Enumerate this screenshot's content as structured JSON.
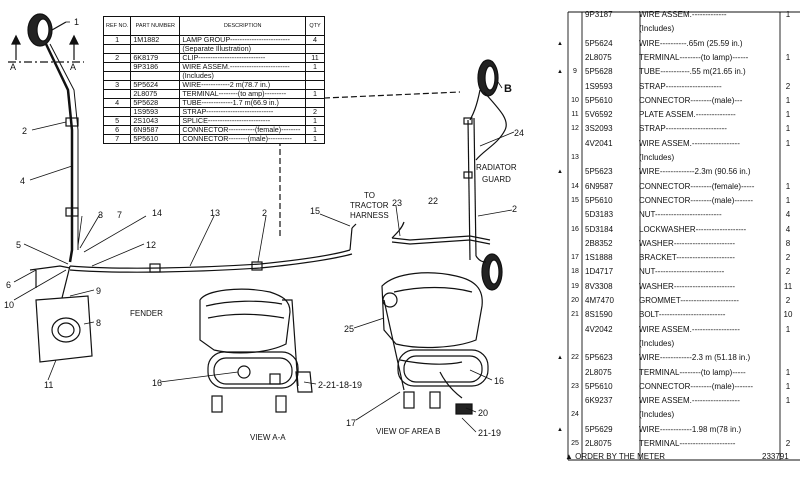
{
  "parts_table": {
    "headers": [
      "REF NO.",
      "PART NUMBER",
      "DESCRIPTION",
      "QTY"
    ],
    "rows": [
      {
        "ref": "1",
        "pn": "1M1882",
        "desc": "LAMP GROUP-------------------------",
        "qty": "4"
      },
      {
        "ref": "",
        "pn": "",
        "desc": "(Separate Illustration)",
        "qty": ""
      },
      {
        "ref": "2",
        "pn": "6K8179",
        "desc": "CLIP----------------------------",
        "qty": "11"
      },
      {
        "ref": "",
        "pn": "9P3186",
        "desc": "WIRE ASSEM.-------------------------",
        "qty": "1"
      },
      {
        "ref": "",
        "pn": "",
        "desc": "(Includes)",
        "qty": ""
      },
      {
        "ref": "3",
        "pn": "5P5624",
        "desc": "WIRE------------2 m(78.7 in.)",
        "qty": ""
      },
      {
        "ref": "",
        "pn": "2L8075",
        "desc": "TERMINAL--------(to amp)---------",
        "qty": "1"
      },
      {
        "ref": "4",
        "pn": "5P5628",
        "desc": "TUBE-------------1.7 m(66.9 in.)",
        "qty": ""
      },
      {
        "ref": "",
        "pn": "1S9593",
        "desc": "STRAP----------------------------",
        "qty": "2"
      },
      {
        "ref": "5",
        "pn": "2S1043",
        "desc": "SPLICE--------------------------",
        "qty": "1"
      },
      {
        "ref": "6",
        "pn": "6N9587",
        "desc": "CONNECTOR-----------(female)--------",
        "qty": "1"
      },
      {
        "ref": "7",
        "pn": "5P5610",
        "desc": "CONNECTOR--------(male)----------",
        "qty": "1"
      }
    ]
  },
  "right_list": {
    "rows": [
      {
        "mark": "",
        "ref": "",
        "pn": "9P3187",
        "desc": "WIRE ASSEM.-------------",
        "qty": "1"
      },
      {
        "mark": "",
        "ref": "",
        "pn": "",
        "desc": "(Includes)",
        "qty": ""
      },
      {
        "mark": "▲",
        "ref": "",
        "pn": "5P5624",
        "desc": "WIRE----------.65m (25.59 in.)",
        "qty": ""
      },
      {
        "mark": "",
        "ref": "",
        "pn": "2L8075",
        "desc": "TERMINAL--------(to lamp)------",
        "qty": "1"
      },
      {
        "mark": "▲",
        "ref": "9",
        "pn": "5P5628",
        "desc": "TUBE-----------.55 m(21.65 in.)",
        "qty": ""
      },
      {
        "mark": "",
        "ref": "",
        "pn": "1S9593",
        "desc": "STRAP---------------------",
        "qty": "2"
      },
      {
        "mark": "",
        "ref": "10",
        "pn": "5P5610",
        "desc": "CONNECTOR--------(male)---",
        "qty": "1"
      },
      {
        "mark": "",
        "ref": "11",
        "pn": "5V6592",
        "desc": "PLATE ASSEM.---------------",
        "qty": "1"
      },
      {
        "mark": "",
        "ref": "12",
        "pn": "3S2093",
        "desc": "STRAP-----------------------",
        "qty": "1"
      },
      {
        "mark": "",
        "ref": "",
        "pn": "4V2041",
        "desc": "WIRE ASSEM.------------------",
        "qty": "1"
      },
      {
        "mark": "",
        "ref": "13",
        "pn": "",
        "desc": "(Includes)",
        "qty": ""
      },
      {
        "mark": "▲",
        "ref": "",
        "pn": "5P5623",
        "desc": "WIRE-------------2.3m (90.56 in.)",
        "qty": ""
      },
      {
        "mark": "",
        "ref": "14",
        "pn": "6N9587",
        "desc": "CONNECTOR--------(female)-----",
        "qty": "1"
      },
      {
        "mark": "",
        "ref": "15",
        "pn": "5P5610",
        "desc": "CONNECTOR--------(male)-------",
        "qty": "1"
      },
      {
        "mark": "",
        "ref": "",
        "pn": "5D3183",
        "desc": "NUT-------------------------",
        "qty": "4"
      },
      {
        "mark": "",
        "ref": "16",
        "pn": "5D3184",
        "desc": "LOCKWASHER-------------------",
        "qty": "4"
      },
      {
        "mark": "",
        "ref": "",
        "pn": "2B8352",
        "desc": "WASHER-----------------------",
        "qty": "8"
      },
      {
        "mark": "",
        "ref": "17",
        "pn": "1S1888",
        "desc": "BRACKET----------------------",
        "qty": "2"
      },
      {
        "mark": "",
        "ref": "18",
        "pn": "1D4717",
        "desc": "NUT--------------------------",
        "qty": "2"
      },
      {
        "mark": "",
        "ref": "19",
        "pn": "8V3308",
        "desc": "WASHER-----------------------",
        "qty": "11"
      },
      {
        "mark": "",
        "ref": "20",
        "pn": "4M7470",
        "desc": "GROMMET----------------------",
        "qty": "2"
      },
      {
        "mark": "",
        "ref": "21",
        "pn": "8S1590",
        "desc": "BOLT-------------------------",
        "qty": "10"
      },
      {
        "mark": "",
        "ref": "",
        "pn": "4V2042",
        "desc": "WIRE ASSEM.------------------",
        "qty": "1"
      },
      {
        "mark": "",
        "ref": "",
        "pn": "",
        "desc": "(Includes)",
        "qty": ""
      },
      {
        "mark": "▲",
        "ref": "22",
        "pn": "5P5623",
        "desc": "WIRE------------2.3 m (51.18 in.)",
        "qty": ""
      },
      {
        "mark": "",
        "ref": "",
        "pn": "2L8075",
        "desc": "TERMINAL--------(to lamp)-----",
        "qty": "1"
      },
      {
        "mark": "",
        "ref": "23",
        "pn": "5P5610",
        "desc": "CONNECTOR--------(male)-------",
        "qty": "1"
      },
      {
        "mark": "",
        "ref": "",
        "pn": "6K9237",
        "desc": "WIRE ASSEM.------------------",
        "qty": "1"
      },
      {
        "mark": "",
        "ref": "24",
        "pn": "",
        "desc": "(Includes)",
        "qty": ""
      },
      {
        "mark": "▲",
        "ref": "",
        "pn": "5P5629",
        "desc": "WIRE------------1.98 m(78 in.)",
        "qty": ""
      },
      {
        "mark": "",
        "ref": "25",
        "pn": "2L8075",
        "desc": "TERMINAL---------------------",
        "qty": "2"
      }
    ],
    "footer": "▲ ORDER BY THE METER",
    "drawing_number": "233791"
  },
  "diagram_labels": {
    "view_aa": "VIEW A-A",
    "view_area_b": "VIEW OF AREA B",
    "fender": "FENDER",
    "radiator_guard_1": "RADIATOR",
    "radiator_guard_2": "GUARD",
    "to_tractor_1": "TO",
    "to_tractor_2": "TRACTOR",
    "to_tractor_3": "HARNESS",
    "section_a_left": "A",
    "section_a_right": "A",
    "area_b": "B",
    "callouts": {
      "c1": "1",
      "c2a": "2",
      "c2b": "2",
      "c2c": "2",
      "c3": "3",
      "c4": "4",
      "c5": "5",
      "c6": "6",
      "c7": "7",
      "c8": "8",
      "c9": "9",
      "c10": "10",
      "c11": "11",
      "c12": "12",
      "c13": "13",
      "c14": "14",
      "c15": "15",
      "c16a": "16",
      "c16b": "16",
      "c17": "17",
      "c20": "20",
      "c23": "23",
      "c24": "24",
      "c25": "25",
      "c2211819": "2-21-18-19",
      "c2119": "21-19"
    }
  }
}
